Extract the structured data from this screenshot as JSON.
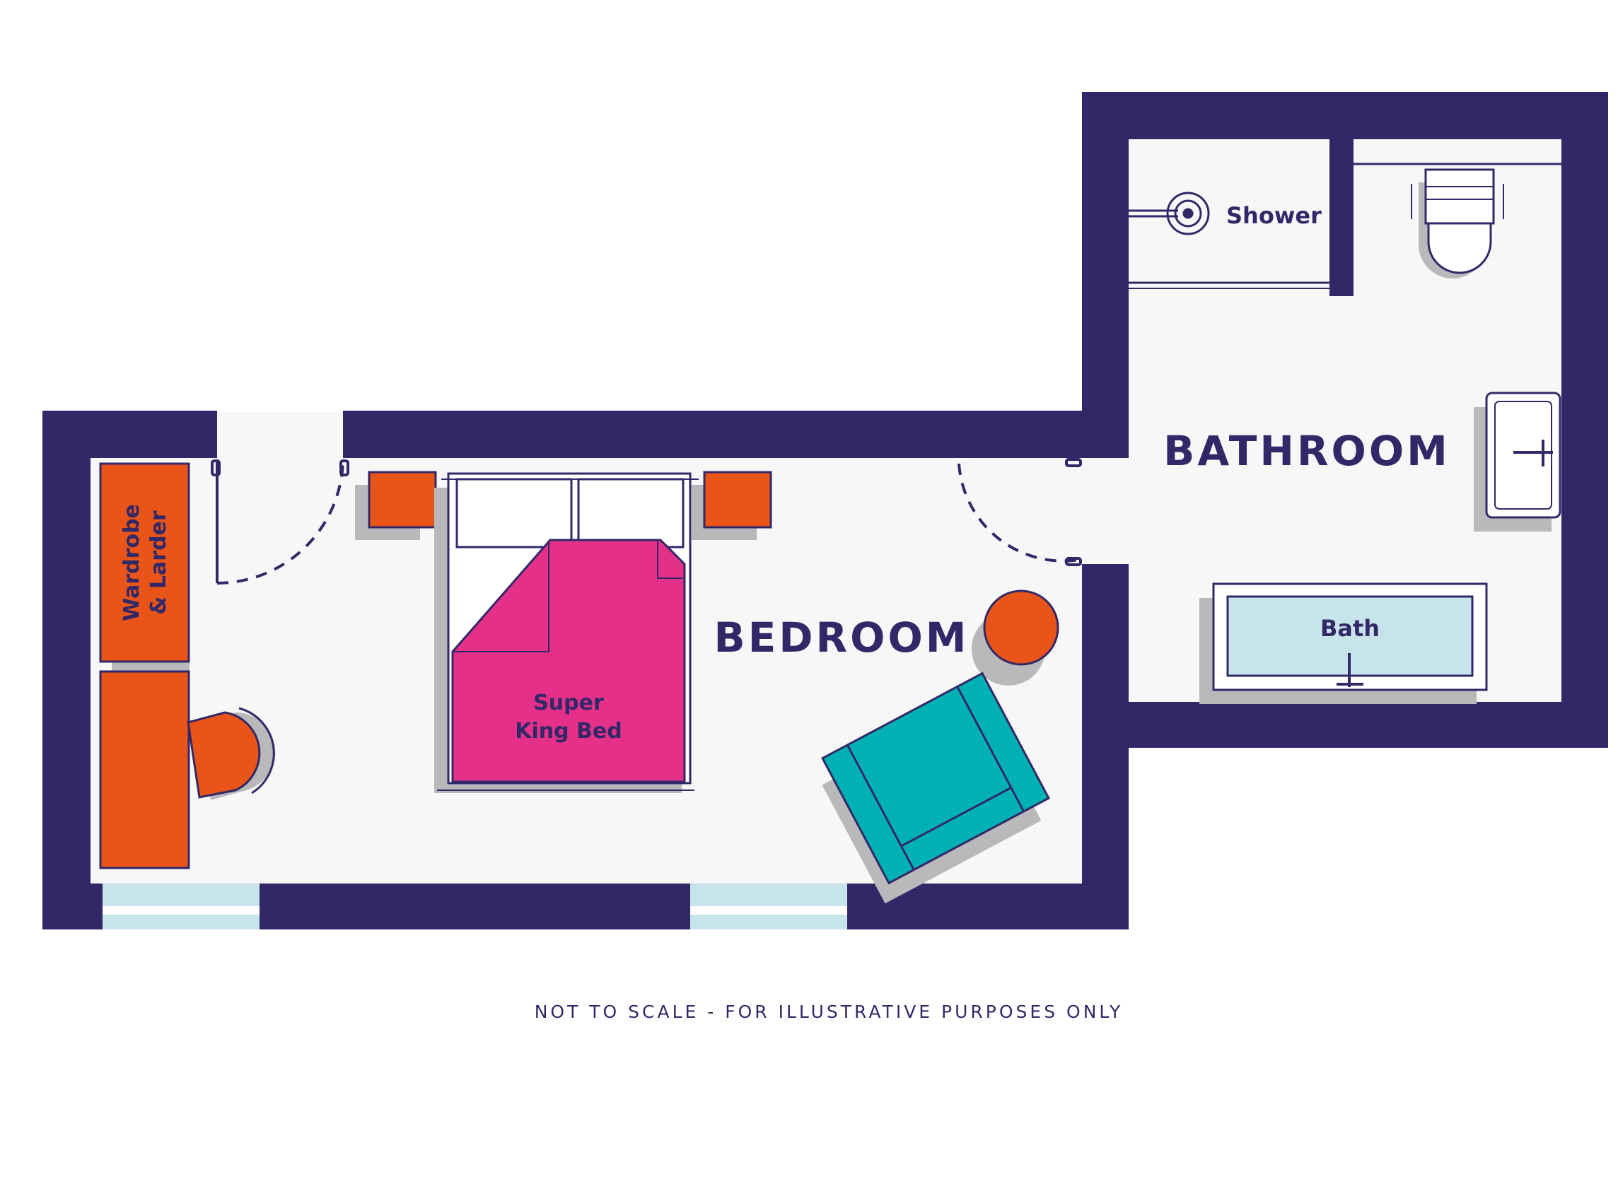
{
  "colors": {
    "wall": "#322868",
    "floor": "#f7f7f7",
    "orange": "#e95518",
    "pink": "#e5308a",
    "teal": "#00b1b4",
    "window": "#c6e4ea",
    "bath_water": "#c6e4ea",
    "shadow": "#b9b8ba",
    "outline": "#322868",
    "pillow": "#ffffff"
  },
  "rooms": {
    "bedroom": "BEDROOM",
    "bathroom": "BATHROOM"
  },
  "furniture": {
    "wardrobe_line1": "Wardrobe",
    "wardrobe_line2": "& Larder",
    "bed_line1": "Super",
    "bed_line2": "King Bed",
    "shower": "Shower",
    "bath": "Bath"
  },
  "icons": [
    "door-swing-icon",
    "toilet-icon",
    "sink-icon",
    "shower-head-icon",
    "tap-icon",
    "armchair-icon",
    "stool-icon",
    "desk-chair-icon"
  ],
  "footer_note": "NOT TO SCALE - FOR ILLUSTRATIVE PURPOSES ONLY"
}
